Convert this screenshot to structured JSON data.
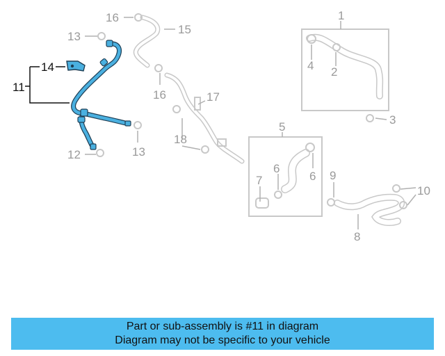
{
  "diagram": {
    "callouts": {
      "c1": "1",
      "c2": "2",
      "c3": "3",
      "c4": "4",
      "c5": "5",
      "c6a": "6",
      "c6b": "6",
      "c7": "7",
      "c8": "8",
      "c9": "9",
      "c10": "10",
      "c11": "11",
      "c12": "12",
      "c13a": "13",
      "c13b": "13",
      "c14": "14",
      "c15": "15",
      "c16a": "16",
      "c16b": "16",
      "c17": "17",
      "c18": "18"
    },
    "highlight_color": "#4ab0e0",
    "part_color": "#c8c8c8"
  },
  "banner": {
    "line1": "Part or sub-assembly is #11 in diagram",
    "line2": "Diagram may not be specific to your vehicle",
    "color": "#4dbcef"
  }
}
